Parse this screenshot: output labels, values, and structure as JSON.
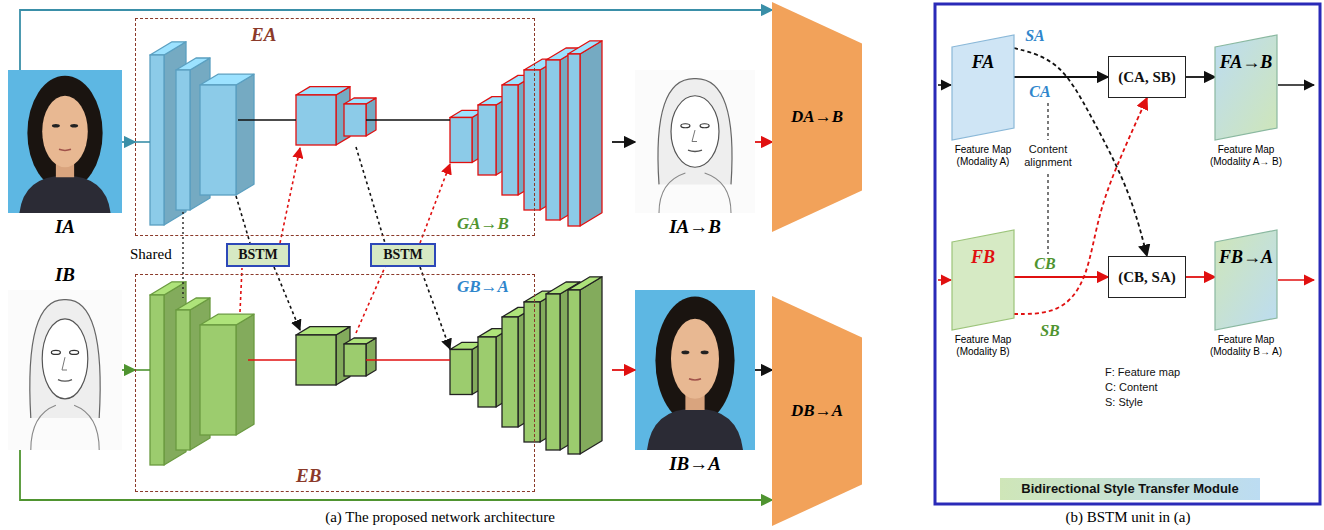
{
  "diagram": {
    "nodes": [
      {
        "text": [
          "IA"
        ]
      },
      {
        "text": [
          "EA"
        ]
      },
      {
        "text": [
          "GA→B"
        ]
      },
      {
        "text": [
          "IA→B"
        ]
      },
      {
        "text": [
          "DA→B"
        ]
      },
      {
        "text": [
          "BSTM"
        ]
      },
      {
        "text": [
          "BSTM"
        ]
      },
      {
        "text": [
          "IB"
        ]
      },
      {
        "text": [
          "EB"
        ]
      },
      {
        "text": [
          "GB→A"
        ]
      },
      {
        "text": [
          "IB→A"
        ]
      },
      {
        "text": [
          "DB→A"
        ]
      },
      {
        "text": [
          "FA",
          "Feature Map (Modality A)"
        ]
      },
      {
        "text": [
          "(CA, SB)"
        ]
      },
      {
        "text": [
          "FA→B",
          "Feature Map (Modality A→ B)"
        ]
      },
      {
        "text": [
          "FB",
          "Feature Map (Modality B)"
        ]
      },
      {
        "text": [
          "(CB, SA)"
        ]
      },
      {
        "text": [
          "FB→A",
          "Feature Map (Modality B→ A)"
        ]
      },
      {
        "text": [
          "Bidirectional Style Transfer Module"
        ]
      }
    ],
    "edges": [
      {
        "from": 0,
        "to": 1,
        "arrow": "to"
      },
      {
        "from": 0,
        "to": 4,
        "arrow": "to"
      },
      {
        "from": 2,
        "to": 3,
        "arrow": "to"
      },
      {
        "from": 3,
        "to": 4,
        "arrow": "to"
      },
      {
        "from": 7,
        "to": 8,
        "arrow": "to"
      },
      {
        "from": 7,
        "to": 11,
        "arrow": "to"
      },
      {
        "from": 9,
        "to": 10,
        "arrow": "to"
      },
      {
        "from": 10,
        "to": 11,
        "arrow": "to"
      },
      {
        "from": 12,
        "to": 13,
        "label": "CA",
        "arrow": "to"
      },
      {
        "from": 12,
        "to": 16,
        "label": "SA",
        "arrow": "to"
      },
      {
        "from": 15,
        "to": 16,
        "label": "CB",
        "arrow": "to"
      },
      {
        "from": 15,
        "to": 13,
        "label": "SB",
        "arrow": "to"
      },
      {
        "from": 13,
        "to": 14,
        "arrow": "to"
      },
      {
        "from": 16,
        "to": 17,
        "arrow": "to"
      }
    ],
    "labels": [
      "Shared",
      "Content alignment",
      "F: Feature map",
      "C: Content",
      "S: Style",
      "(a) The proposed network architecture",
      "(b) BSTM unit in (a)"
    ]
  }
}
